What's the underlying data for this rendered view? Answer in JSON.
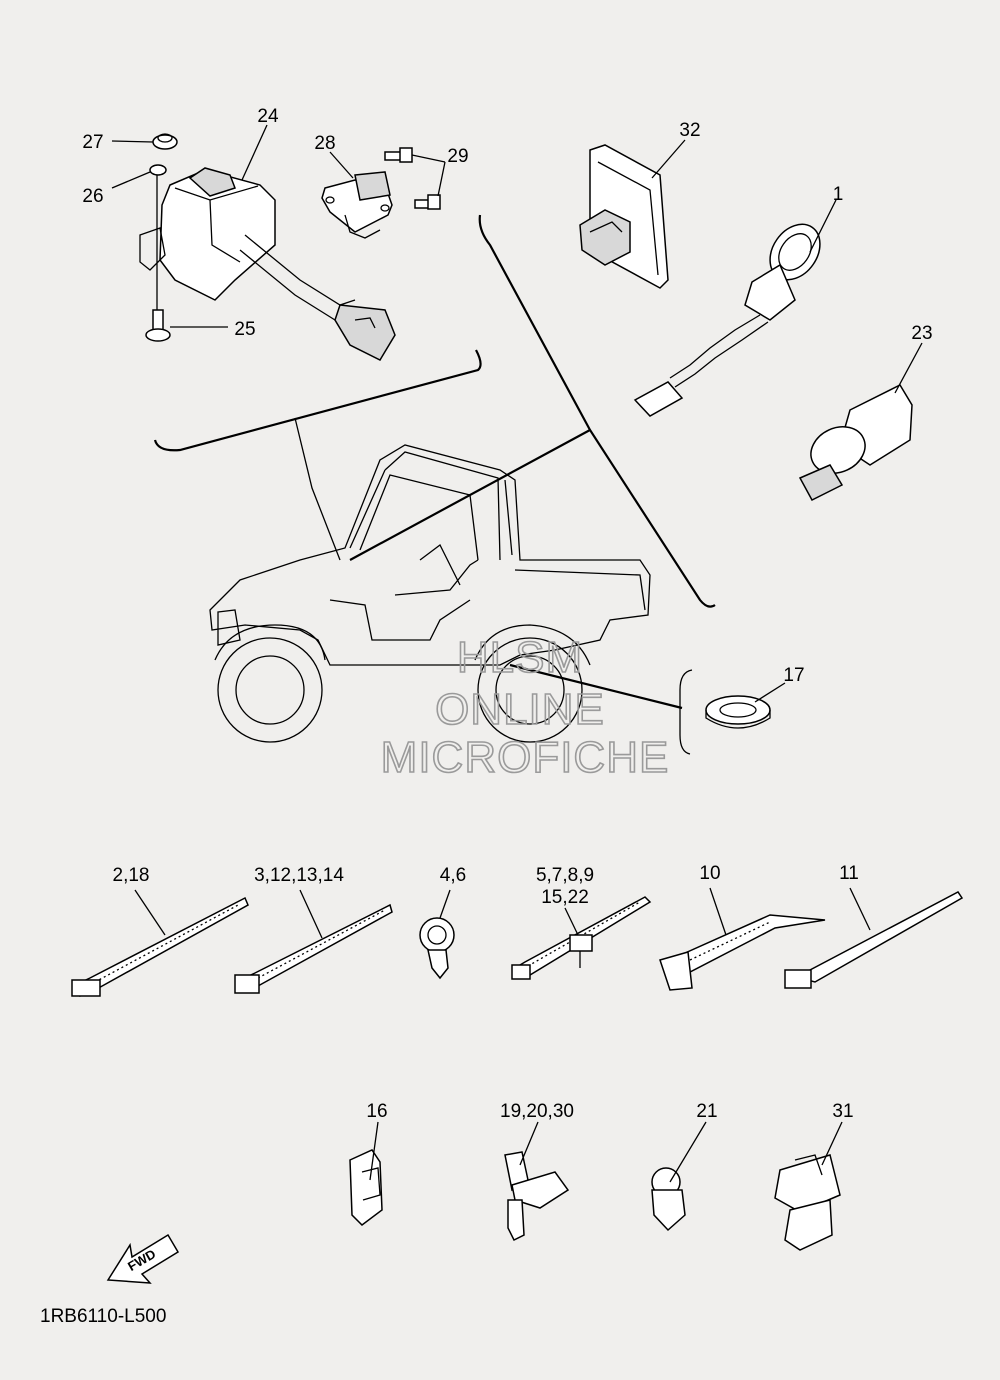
{
  "diagram": {
    "drawing_code": "1RB6110-L500",
    "watermark": [
      "HLSM",
      "ONLINE",
      "MICROFICHE"
    ],
    "direction_label": "FWD",
    "callouts": {
      "c24": "24",
      "c27": "27",
      "c26": "26",
      "c25": "25",
      "c28": "28",
      "c29": "29",
      "c32": "32",
      "c1": "1",
      "c23": "23",
      "c17": "17",
      "c2_18": "2,18",
      "c3_14": "3,12,13,14",
      "c4_6": "4,6",
      "c5_9": "5,7,8,9",
      "c15_22": "15,22",
      "c10": "10",
      "c11": "11",
      "c16": "16",
      "c19_30": "19,20,30",
      "c21": "21",
      "c31": "31"
    }
  }
}
